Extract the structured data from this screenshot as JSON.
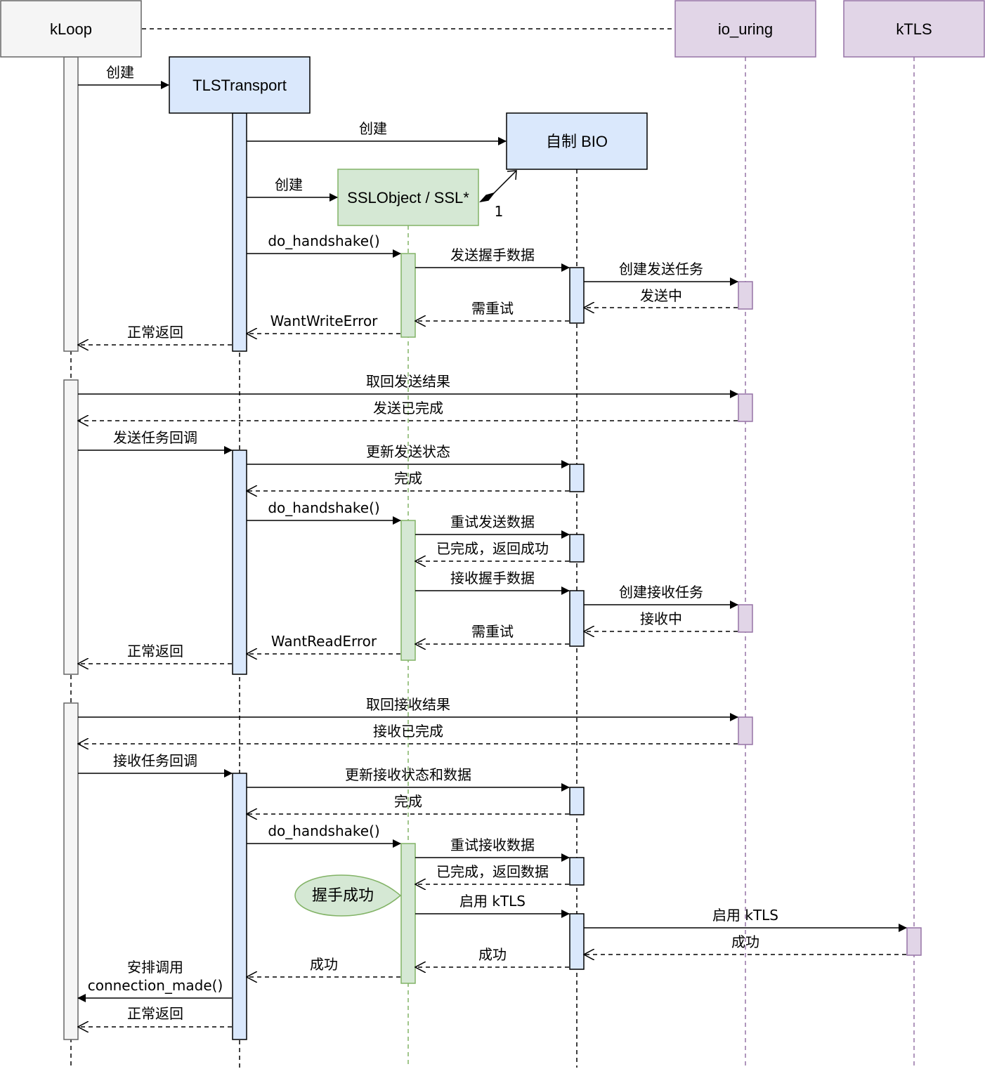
{
  "colors": {
    "gray_fill": "#f5f5f5",
    "gray_stroke": "#666666",
    "blue_fill": "#dae8fc",
    "blue_stroke": "#000000",
    "green_fill": "#d5e8d4",
    "green_stroke": "#82b366",
    "purple_fill": "#e1d5e7",
    "purple_stroke": "#9673a6"
  },
  "participants": {
    "kloop": "kLoop",
    "tls": "TLSTransport",
    "bio": "自制 BIO",
    "ssl": "SSLObject / SSL*",
    "uring": "io_uring",
    "ktls": "kTLS"
  },
  "association": {
    "multiplicity": "1"
  },
  "note": {
    "text": "握手成功"
  },
  "messages": [
    {
      "text": "创建"
    },
    {
      "text": "创建"
    },
    {
      "text": "创建"
    },
    {
      "text": "do_handshake()"
    },
    {
      "text": "发送握手数据"
    },
    {
      "text": "创建发送任务"
    },
    {
      "text": "发送中"
    },
    {
      "text": "需重试"
    },
    {
      "text": "WantWriteError"
    },
    {
      "text": "正常返回"
    },
    {
      "text": "取回发送结果"
    },
    {
      "text": "发送已完成"
    },
    {
      "text": "发送任务回调"
    },
    {
      "text": "更新发送状态"
    },
    {
      "text": "完成"
    },
    {
      "text": "do_handshake()"
    },
    {
      "text": "重试发送数据"
    },
    {
      "text": "已完成，返回成功"
    },
    {
      "text": "接收握手数据"
    },
    {
      "text": "创建接收任务"
    },
    {
      "text": "接收中"
    },
    {
      "text": "需重试"
    },
    {
      "text": "WantReadError"
    },
    {
      "text": "正常返回"
    },
    {
      "text": "取回接收结果"
    },
    {
      "text": "接收已完成"
    },
    {
      "text": "接收任务回调"
    },
    {
      "text": "更新接收状态和数据"
    },
    {
      "text": "完成"
    },
    {
      "text": "do_handshake()"
    },
    {
      "text": "重试接收数据"
    },
    {
      "text": "已完成，返回数据"
    },
    {
      "text": "启用 kTLS"
    },
    {
      "text": "启用 kTLS"
    },
    {
      "text": "成功"
    },
    {
      "text": "成功"
    },
    {
      "text": "成功"
    },
    {
      "text": "安排调用"
    },
    {
      "text": "connection_made()"
    },
    {
      "text": "正常返回"
    }
  ]
}
